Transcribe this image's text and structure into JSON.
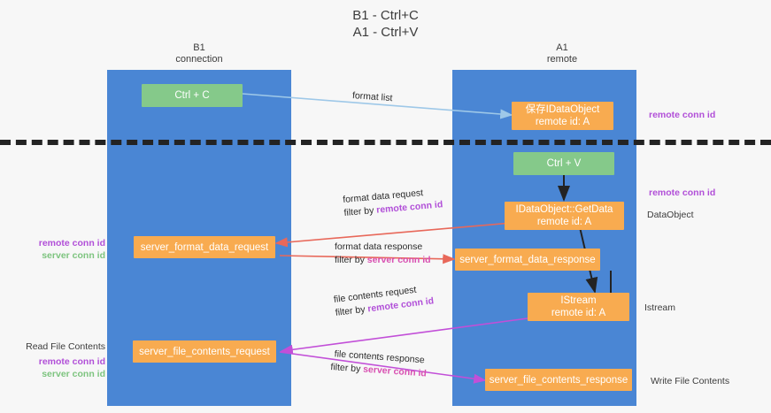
{
  "title": {
    "line1": "B1 - Ctrl+C",
    "line2": "A1 - Ctrl+V"
  },
  "lanes": [
    {
      "id": "b1",
      "name": "B1",
      "role": "connection"
    },
    {
      "id": "a1",
      "name": "A1",
      "role": "remote"
    }
  ],
  "nodes": {
    "ctrl_c": {
      "label": "Ctrl + C",
      "color": "#85c98a"
    },
    "save_idataobject": {
      "label": "保存IDataObject",
      "sub": "remote id: A",
      "color": "#f8ab50"
    },
    "ctrl_v": {
      "label": "Ctrl + V",
      "color": "#85c98a"
    },
    "getdata": {
      "label": "IDataObject::GetData",
      "sub": "remote id: A",
      "color": "#f8ab50"
    },
    "server_format_data_request": {
      "label": "server_format_data_request",
      "color": "#f8ab50"
    },
    "server_format_data_response": {
      "label": "server_format_data_response",
      "color": "#f8ab50"
    },
    "istream": {
      "label": "IStream",
      "sub": "remote id: A",
      "color": "#f8ab50"
    },
    "server_file_contents_request": {
      "label": "server_file_contents_request",
      "color": "#f8ab50"
    },
    "server_file_contents_response": {
      "label": "server_file_contents_response",
      "color": "#f8ab50"
    }
  },
  "edges": {
    "format_list": {
      "line1": "format list"
    },
    "format_data_request": {
      "line1": "format data request",
      "line2_prefix": "filter by ",
      "line2_key": "remote conn id"
    },
    "format_data_response": {
      "line1": "format data response",
      "line2_prefix": "filter by ",
      "line2_key": "server conn id"
    },
    "file_contents_request": {
      "line1": "file contents request",
      "line2_prefix": "filter by ",
      "line2_key": "remote conn id"
    },
    "file_contents_response": {
      "line1": "file contents response",
      "line2_prefix": "filter by ",
      "line2_key": "server conn id"
    }
  },
  "annotations": {
    "left_ids": {
      "remote": "remote conn id",
      "server": "server conn id"
    },
    "left_read": {
      "heading": "Read File Contents",
      "remote": "remote conn id",
      "server": "server conn id"
    },
    "right_remote_top": "remote conn id",
    "right_remote_mid": "remote conn id",
    "right_dataobject": "DataObject",
    "right_istream": "Istream",
    "right_write": "Write File Contents"
  },
  "colors": {
    "lane": "#4a86d4",
    "green": "#85c98a",
    "orange": "#f8ab50",
    "arrow_blue": "#9ec8e8",
    "arrow_red": "#e8685a",
    "arrow_magenta": "#c24fd8",
    "arrow_dark": "#232323",
    "remote_key": "#b14fd8",
    "server_key_pink": "#d84fb1",
    "server_key_green": "#7dc47f"
  }
}
